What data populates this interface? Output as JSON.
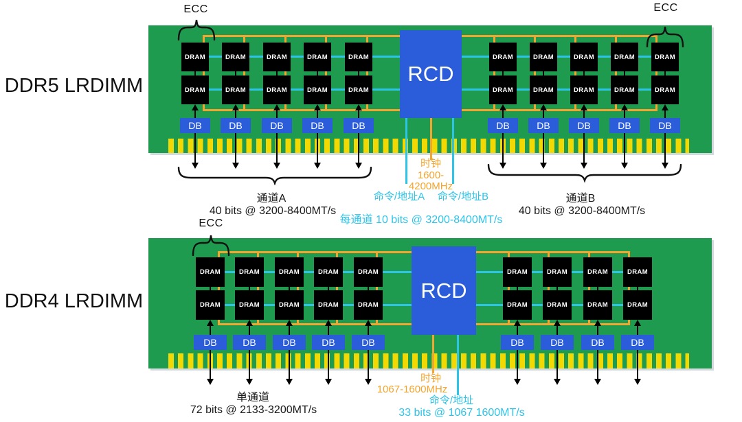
{
  "labels": {
    "dram": "DRAM",
    "db": "DB",
    "rcd": "RCD",
    "ecc": "ECC"
  },
  "ddr5": {
    "title": "DDR5 LRDIMM",
    "channel_a": {
      "name": "通道A",
      "spec": "40 bits @ 3200-8400MT/s"
    },
    "channel_b": {
      "name": "通道B",
      "spec": "40 bits @ 3200-8400MT/s"
    },
    "clock": {
      "name": "时钟",
      "range_lines": [
        "1600-",
        "4200MHz"
      ]
    },
    "cmd_addr_a": "命令/地址A",
    "cmd_addr_b": "命令/地址B",
    "per_channel": "每通道 10 bits @ 3200-8400MT/s"
  },
  "ddr4": {
    "title": "DDR4 LRDIMM",
    "channel": {
      "name": "单通道",
      "spec": "72 bits @ 2133-3200MT/s"
    },
    "clock": {
      "name": "时钟",
      "range": "1067-1600MHz"
    },
    "cmd_addr": {
      "name": "命令/地址",
      "spec": "33 bits @ 1067 1600MT/s"
    }
  },
  "colors": {
    "pcb_green": "#1e9b4e",
    "gold": "#f2d903",
    "chip_blue": "#2b5cd9",
    "bus_orange": "#f3a52f",
    "bus_cyan": "#2ec4e8",
    "chip_black": "#000000"
  }
}
